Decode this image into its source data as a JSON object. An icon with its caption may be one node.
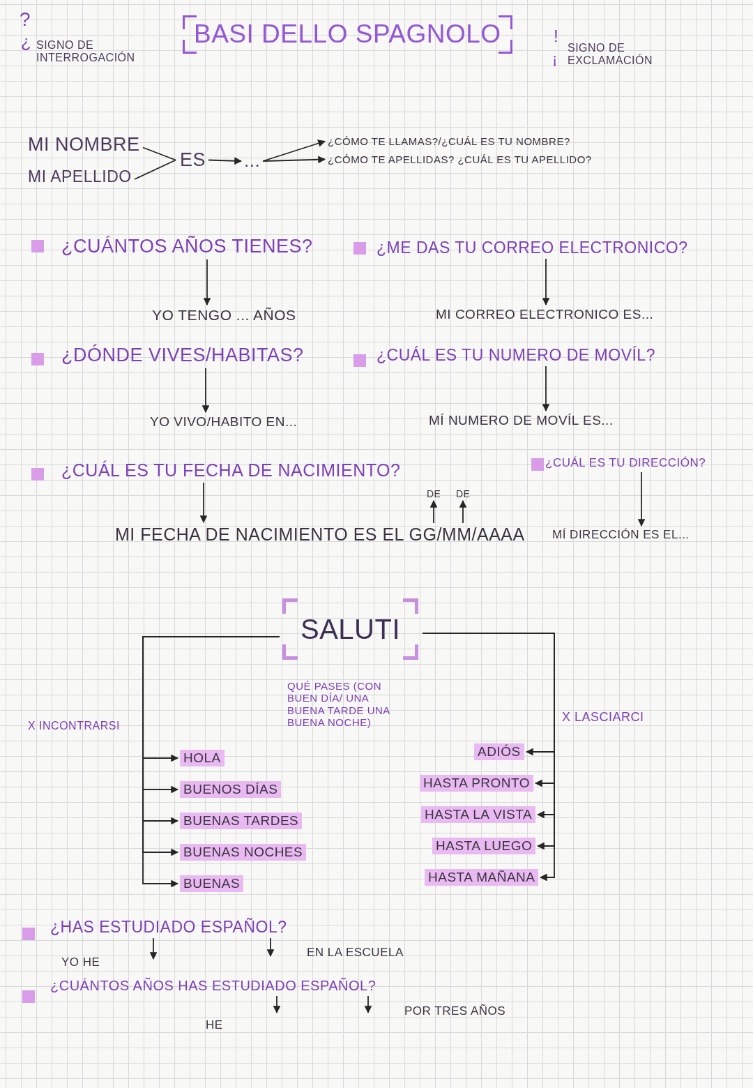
{
  "diagram": {
    "title": "BASI DELLO SPAGNOLO",
    "nodes": [
      {
        "text": [
          "MI NOMBRE"
        ]
      },
      {
        "text": [
          "MI APELLIDO"
        ]
      },
      {
        "text": [
          "ES"
        ]
      },
      {
        "text": [
          "..."
        ]
      },
      {
        "text": [
          "¿CÓMO TE LLAMAS?/¿CUÁL ES TU NOMBRE?"
        ]
      },
      {
        "text": [
          "¿CÓMO TE APELLIDAS? ¿CUÁL ES TU APELLIDO?"
        ]
      },
      {
        "text": [
          "¿CUÁNTOS AÑOS TIENES?"
        ]
      },
      {
        "text": [
          "YO TENGO ... AÑOS"
        ]
      },
      {
        "text": [
          "¿ME DAS TU CORREO ELECTRONICO?"
        ]
      },
      {
        "text": [
          "MI CORREO ELECTRONICO ES..."
        ]
      },
      {
        "text": [
          "¿DÓNDE VIVES/HABITAS?"
        ]
      },
      {
        "text": [
          "YO VIVO/HABITO EN..."
        ]
      },
      {
        "text": [
          "¿CUÁL ES TU NUMERO DE MOVÍL?"
        ]
      },
      {
        "text": [
          "MÍ NUMERO DE MOVÍL ES..."
        ]
      },
      {
        "text": [
          "¿CUÁL ES TU FECHA DE NACIMIENTO?"
        ]
      },
      {
        "text": [
          "DE"
        ]
      },
      {
        "text": [
          "DE"
        ]
      },
      {
        "text": [
          "MI FECHA DE NACIMIENTO ES EL GG/MM/AAAA"
        ]
      },
      {
        "text": [
          "¿CUÁL ES TU DIRECCIÓN?"
        ]
      },
      {
        "text": [
          "MÍ DIRECCIÓN ES EL..."
        ]
      },
      {
        "text": [
          "SALUTI"
        ]
      },
      {
        "text": [
          "HOLA"
        ]
      },
      {
        "text": [
          "BUENOS DÍAS"
        ]
      },
      {
        "text": [
          "BUENAS TARDES"
        ]
      },
      {
        "text": [
          "BUENAS NOCHES"
        ]
      },
      {
        "text": [
          "BUENAS"
        ]
      },
      {
        "text": [
          "ADIÓS"
        ]
      },
      {
        "text": [
          "HASTA PRONTO"
        ]
      },
      {
        "text": [
          "HASTA LA VISTA"
        ]
      },
      {
        "text": [
          "HASTA LUEGO"
        ]
      },
      {
        "text": [
          "HASTA MAÑANA"
        ]
      },
      {
        "text": [
          "¿HAS ESTUDIADO ESPAÑOL?"
        ]
      },
      {
        "text": [
          "¿CUÁNTOS AÑOS HAS ESTUDIADO ESPAÑOL?"
        ]
      }
    ],
    "edges": [
      {
        "from": 0,
        "to": 2,
        "arrow": "none"
      },
      {
        "from": 1,
        "to": 2,
        "arrow": "none"
      },
      {
        "from": 2,
        "to": 3,
        "arrow": "to"
      },
      {
        "from": 3,
        "to": 4,
        "arrow": "to"
      },
      {
        "from": 3,
        "to": 5,
        "arrow": "to"
      },
      {
        "from": 6,
        "to": 7,
        "arrow": "to"
      },
      {
        "from": 8,
        "to": 9,
        "arrow": "to"
      },
      {
        "from": 10,
        "to": 11,
        "arrow": "to"
      },
      {
        "from": 12,
        "to": 13,
        "arrow": "to"
      },
      {
        "from": 14,
        "to": 17,
        "arrow": "to"
      },
      {
        "from": 17,
        "to": 15,
        "arrow": "to"
      },
      {
        "from": 17,
        "to": 16,
        "arrow": "to"
      },
      {
        "from": 18,
        "to": 19,
        "arrow": "to"
      },
      {
        "from": 20,
        "to": 21,
        "arrow": "to"
      },
      {
        "from": 20,
        "to": 22,
        "arrow": "to"
      },
      {
        "from": 20,
        "to": 23,
        "arrow": "to"
      },
      {
        "from": 20,
        "to": 24,
        "arrow": "to"
      },
      {
        "from": 20,
        "to": 25,
        "arrow": "to"
      },
      {
        "from": 20,
        "to": 26,
        "arrow": "to"
      },
      {
        "from": 20,
        "to": 27,
        "arrow": "to"
      },
      {
        "from": 20,
        "to": 28,
        "arrow": "to"
      },
      {
        "from": 20,
        "to": 29,
        "arrow": "to"
      },
      {
        "from": 20,
        "to": 30,
        "arrow": "to"
      },
      {
        "from": 31,
        "to": null,
        "arrow": "to"
      },
      {
        "from": 31,
        "to": null,
        "arrow": "to"
      },
      {
        "from": 32,
        "to": null,
        "arrow": "to"
      },
      {
        "from": 32,
        "to": null,
        "arrow": "to"
      }
    ],
    "labels": [
      "?",
      "¿",
      "SIGNO DE INTERROGACIÓN",
      "!",
      "¡",
      "SIGNO DE EXCLAMACIÓN",
      "QUÉ PASES (CON BUEN DÍA/ UNA BUENA TARDE UNA BUENA NOCHE)",
      "X INCONTRARSI",
      "X LASCIARCI",
      "YO HE",
      "EN LA ESCUELA",
      "HE",
      "POR TRES AÑOS"
    ]
  }
}
